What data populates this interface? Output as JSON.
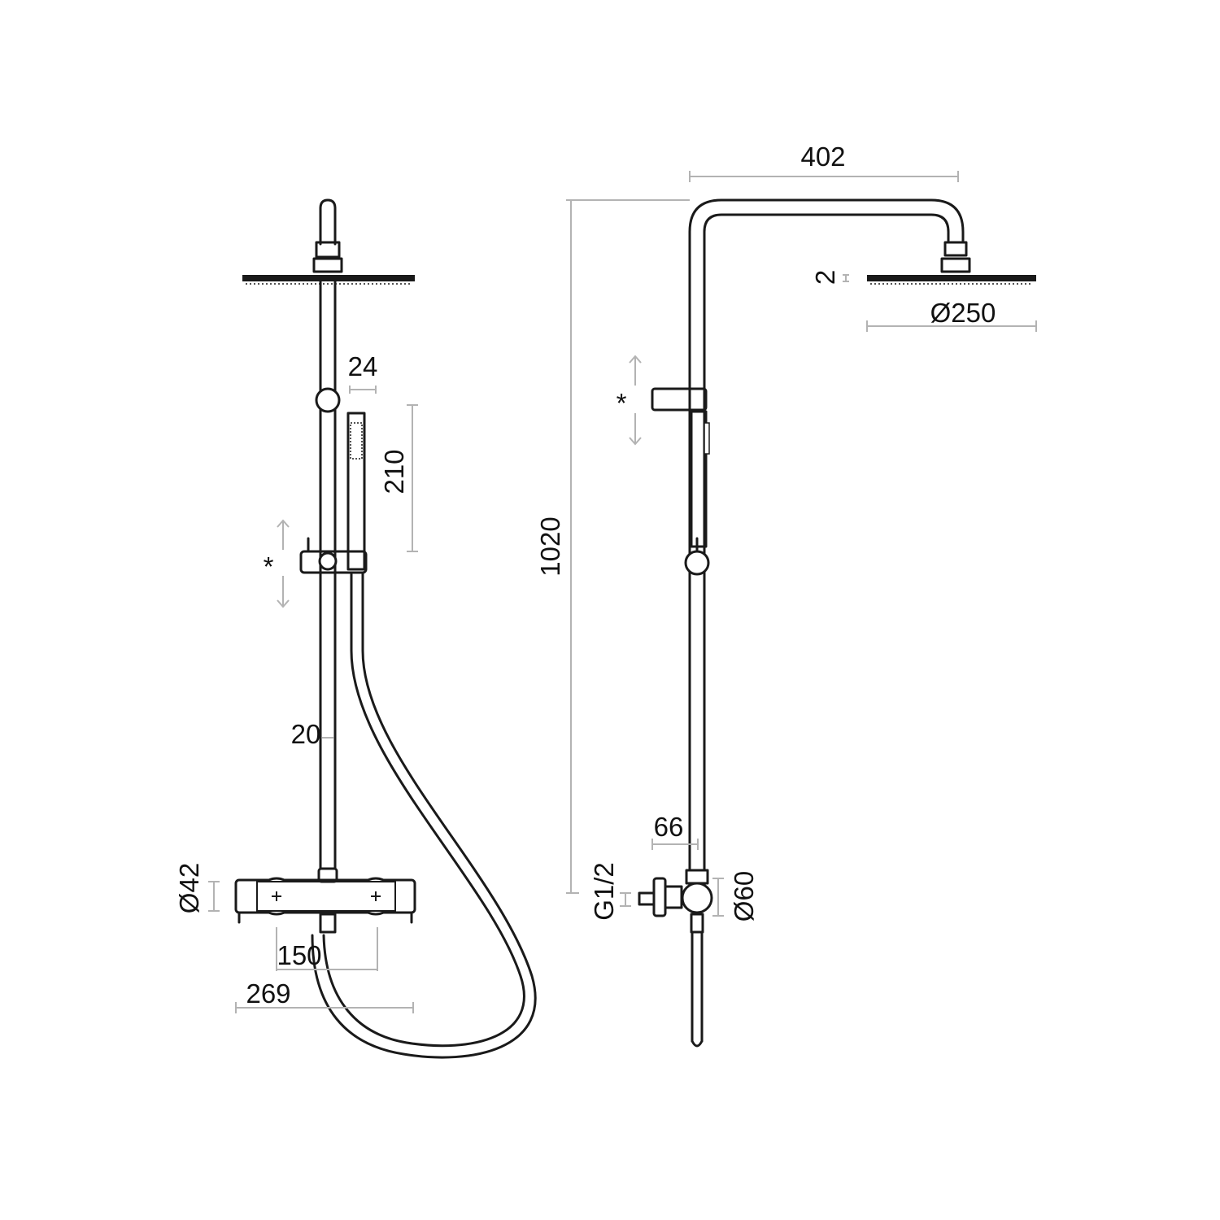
{
  "dimensions": {
    "head_diameter": "Ø250",
    "arm_projection": "402",
    "total_height": "1020",
    "head_thickness": "2",
    "slider_travel_front": "*",
    "slider_travel_side": "*",
    "slider_width": "24",
    "hand_shower_length": "210",
    "pipe_diameter": "20",
    "knob_diameter": "Ø42",
    "centers": "150",
    "mixer_width": "269",
    "wall_offset": "66",
    "inlet_thread": "G1/2",
    "escutcheon_diameter": "Ø60"
  },
  "colors": {
    "outline": "#1a1a1a",
    "dimension_line": "#b3b3b3"
  }
}
